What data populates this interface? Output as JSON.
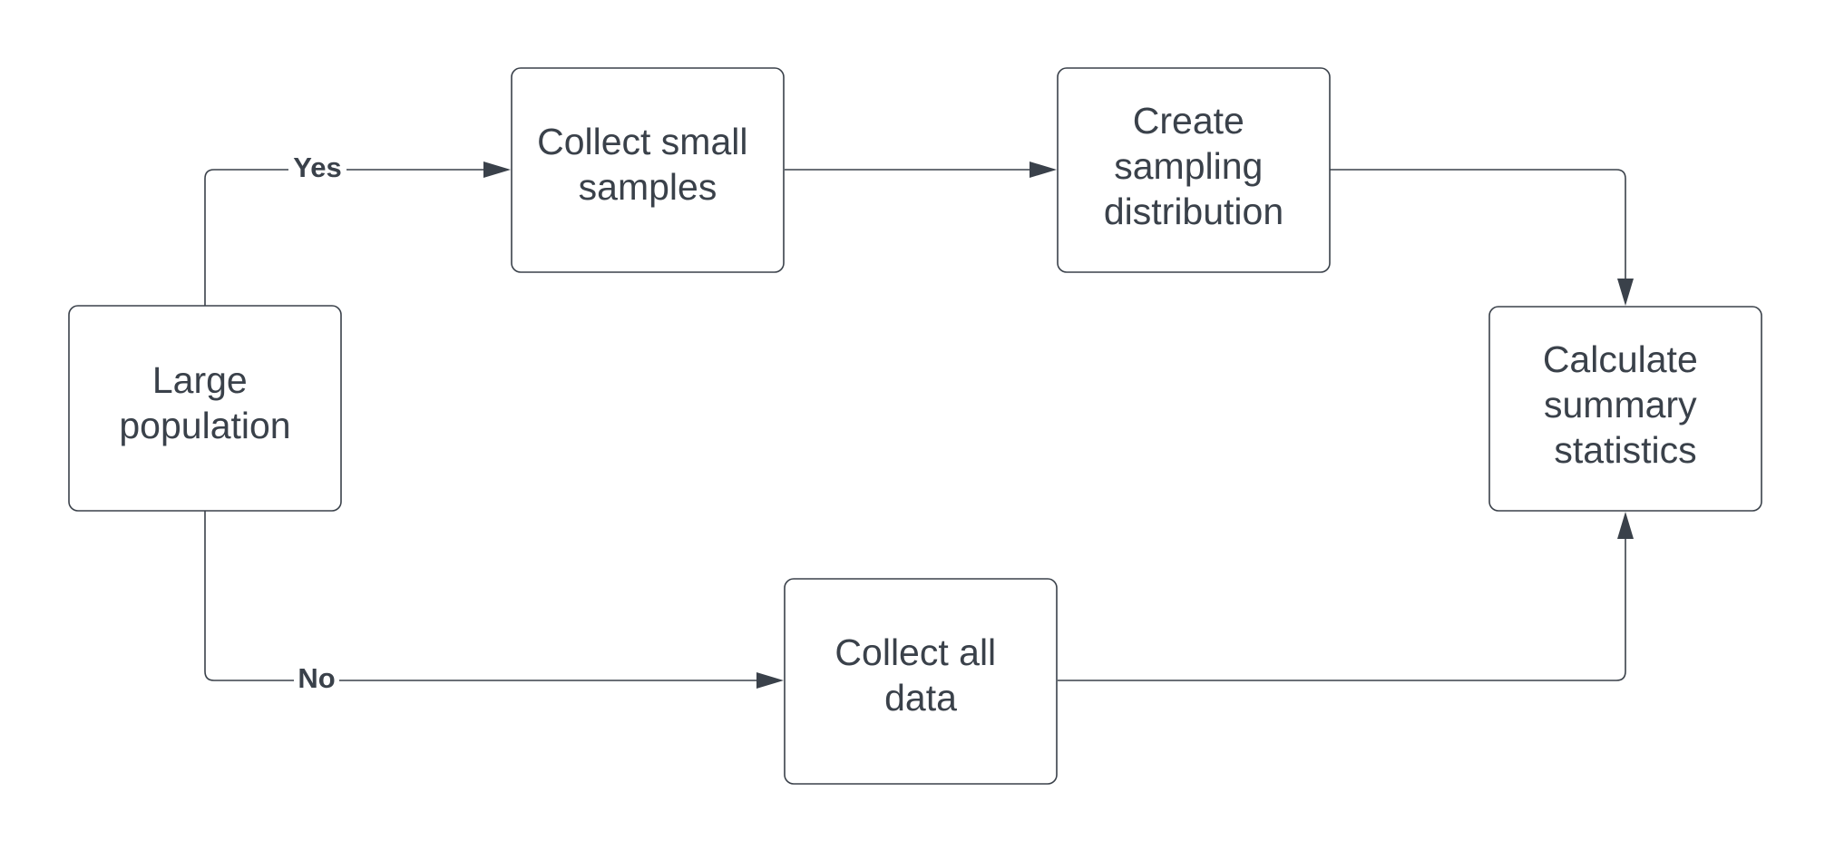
{
  "nodes": {
    "large_population": [
      "Large",
      "population"
    ],
    "collect_small_samples": [
      "Collect small",
      "samples"
    ],
    "create_sampling_distribution": [
      "Create",
      "sampling",
      "distribution"
    ],
    "calculate_summary_statistics": [
      "Calculate",
      "summary",
      "statistics"
    ],
    "collect_all_data": [
      "Collect all",
      "data"
    ]
  },
  "edges": {
    "yes_label": "Yes",
    "no_label": "No"
  }
}
